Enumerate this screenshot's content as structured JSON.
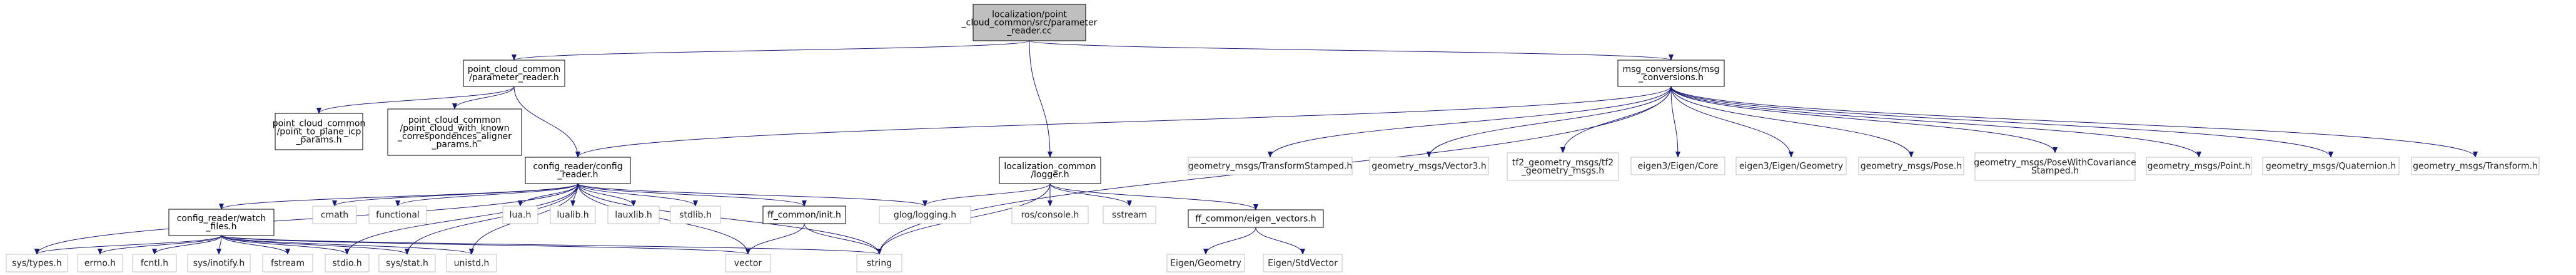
{
  "nodes": {
    "root": [
      "localization/point",
      "_cloud_common/src/parameter",
      "_reader.cc"
    ],
    "pccpr": [
      "point_cloud_common",
      "/parameter_reader.h"
    ],
    "msgconv": [
      "msg_conversions/msg",
      "_conversions.h"
    ],
    "icp": [
      "point_cloud_common",
      "/point_to_plane_icp",
      "_params.h"
    ],
    "known": [
      "point_cloud_common",
      "/point_cloud_with_known",
      "_correspondences_aligner",
      "_params.h"
    ],
    "configreader": [
      "config_reader/config",
      "_reader.h"
    ],
    "logger": [
      "localization_common",
      "/logger.h"
    ],
    "tfstamped": [
      "geometry_msgs/TransformStamped.h"
    ],
    "vector3": [
      "geometry_msgs/Vector3.h"
    ],
    "tf2": [
      "tf2_geometry_msgs/tf2",
      "_geometry_msgs.h"
    ],
    "eigencore": [
      "eigen3/Eigen/Core"
    ],
    "eigengeom3": [
      "eigen3/Eigen/Geometry"
    ],
    "pose": [
      "geometry_msgs/Pose.h"
    ],
    "posecov": [
      "geometry_msgs/PoseWithCovariance",
      "Stamped.h"
    ],
    "point": [
      "geometry_msgs/Point.h"
    ],
    "quat": [
      "geometry_msgs/Quaternion.h"
    ],
    "transform": [
      "geometry_msgs/Transform.h"
    ],
    "watch": [
      "config_reader/watch",
      "_files.h"
    ],
    "cmath": [
      "cmath"
    ],
    "functional": [
      "functional"
    ],
    "lua": [
      "lua.h"
    ],
    "lualib": [
      "lualib.h"
    ],
    "lauxlib": [
      "lauxlib.h"
    ],
    "stdlib": [
      "stdlib.h"
    ],
    "ffinit": [
      "ff_common/init.h"
    ],
    "glog": [
      "glog/logging.h"
    ],
    "rosconsole": [
      "ros/console.h"
    ],
    "sstream": [
      "sstream"
    ],
    "ffeigen": [
      "ff_common/eigen_vectors.h"
    ],
    "systypes": [
      "sys/types.h"
    ],
    "errno": [
      "errno.h"
    ],
    "fcntl": [
      "fcntl.h"
    ],
    "inotify": [
      "sys/inotify.h"
    ],
    "fstream": [
      "fstream"
    ],
    "stdio": [
      "stdio.h"
    ],
    "sysstat": [
      "sys/stat.h"
    ],
    "unistd": [
      "unistd.h"
    ],
    "vector": [
      "vector"
    ],
    "string": [
      "string"
    ],
    "eigengeom": [
      "Eigen/Geometry"
    ],
    "eigenstd": [
      "Eigen/StdVector"
    ]
  },
  "edges": [
    [
      "root",
      "pccpr"
    ],
    [
      "root",
      "msgconv"
    ],
    [
      "root",
      "logger"
    ],
    [
      "pccpr",
      "icp"
    ],
    [
      "pccpr",
      "known"
    ],
    [
      "pccpr",
      "configreader"
    ],
    [
      "msgconv",
      "configreader"
    ],
    [
      "msgconv",
      "tfstamped"
    ],
    [
      "msgconv",
      "vector3"
    ],
    [
      "msgconv",
      "tf2"
    ],
    [
      "msgconv",
      "eigencore"
    ],
    [
      "msgconv",
      "eigengeom3"
    ],
    [
      "msgconv",
      "pose"
    ],
    [
      "msgconv",
      "posecov"
    ],
    [
      "msgconv",
      "point"
    ],
    [
      "msgconv",
      "quat"
    ],
    [
      "msgconv",
      "transform"
    ],
    [
      "msgconv",
      "string"
    ],
    [
      "configreader",
      "watch"
    ],
    [
      "configreader",
      "cmath"
    ],
    [
      "configreader",
      "functional"
    ],
    [
      "configreader",
      "lua"
    ],
    [
      "configreader",
      "lualib"
    ],
    [
      "configreader",
      "lauxlib"
    ],
    [
      "configreader",
      "stdlib"
    ],
    [
      "configreader",
      "ffinit"
    ],
    [
      "configreader",
      "glog"
    ],
    [
      "configreader",
      "systypes"
    ],
    [
      "configreader",
      "stdio"
    ],
    [
      "configreader",
      "sysstat"
    ],
    [
      "configreader",
      "unistd"
    ],
    [
      "configreader",
      "vector"
    ],
    [
      "configreader",
      "string"
    ],
    [
      "logger",
      "glog"
    ],
    [
      "logger",
      "rosconsole"
    ],
    [
      "logger",
      "sstream"
    ],
    [
      "logger",
      "ffeigen"
    ],
    [
      "logger",
      "string"
    ],
    [
      "watch",
      "systypes"
    ],
    [
      "watch",
      "errno"
    ],
    [
      "watch",
      "fcntl"
    ],
    [
      "watch",
      "inotify"
    ],
    [
      "watch",
      "fstream"
    ],
    [
      "watch",
      "stdio"
    ],
    [
      "watch",
      "sysstat"
    ],
    [
      "watch",
      "unistd"
    ],
    [
      "watch",
      "vector"
    ],
    [
      "watch",
      "string"
    ],
    [
      "ffinit",
      "vector"
    ],
    [
      "ffinit",
      "string"
    ],
    [
      "ffeigen",
      "eigengeom"
    ],
    [
      "ffeigen",
      "eigenstd"
    ]
  ],
  "colors": {
    "root_fill": "#bfbfbf",
    "local_border": "#000000",
    "system_border": "#bfbfbf",
    "node_fill": "#ffffff",
    "edge": "#191970"
  }
}
